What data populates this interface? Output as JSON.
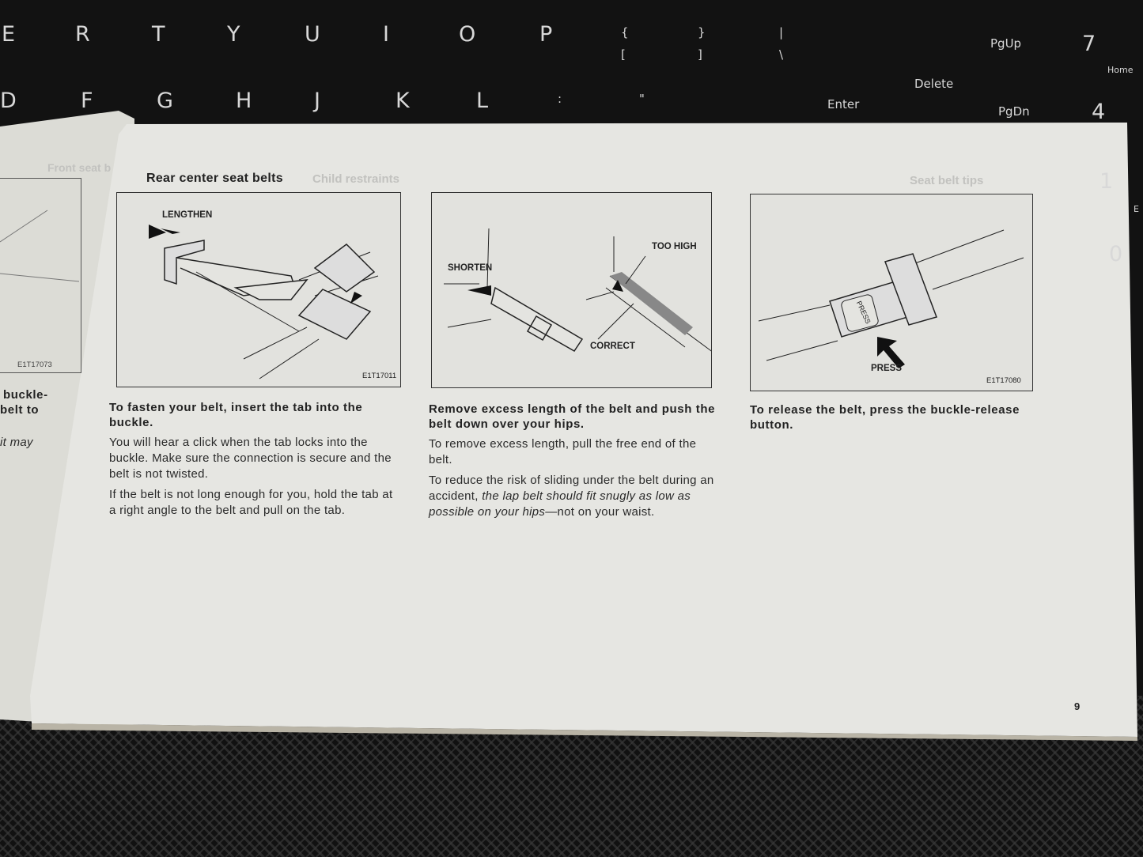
{
  "keyboard": {
    "row1": [
      "E",
      "R",
      "T",
      "Y",
      "U",
      "I",
      "O",
      "P",
      "{",
      "}",
      "|",
      "[",
      "]",
      "\\"
    ],
    "row2": [
      "D",
      "F",
      "G",
      "H",
      "J",
      "K",
      "L",
      ":",
      "\"",
      "Enter"
    ],
    "nav": {
      "pgup": "PgUp",
      "delete": "Delete",
      "pgdn": "PgDn",
      "home": "Home"
    },
    "numpad": [
      "7",
      "4",
      "1",
      "0",
      "E"
    ]
  },
  "left_page": {
    "header": "Front seat b",
    "figure_code": "E1T17073",
    "lines": [
      "buckle-",
      "belt to",
      "it may"
    ]
  },
  "page": {
    "section_title": "Rear center seat belts",
    "page_number": "9",
    "panels": [
      {
        "figure": {
          "labels": [
            "LENGTHEN"
          ],
          "code": "E1T17011"
        },
        "caption": "To fasten your belt, insert the tab into the buckle.",
        "paragraphs": [
          "You will hear a click when the tab locks into the buckle. Make sure the connection is secure and the belt is not twisted.",
          "If the belt is not long enough for you, hold the tab at a right angle to the belt and pull on the tab."
        ]
      },
      {
        "figure": {
          "labels": [
            "SHORTEN",
            "TOO HIGH",
            "CORRECT"
          ]
        },
        "caption": "Remove excess length of the belt and push the belt down over your hips.",
        "paragraphs": [
          "To remove excess length, pull the free end of the belt."
        ],
        "p2_pre": "To reduce the risk of sliding under the belt during an accident, ",
        "p2_em": "the lap belt should fit snugly as low as possible on your hips",
        "p2_post": "—not on your waist."
      },
      {
        "figure": {
          "labels": [
            "PRESS",
            "PRESS"
          ],
          "code": "E1T17080"
        },
        "caption": "To release the belt, press the buckle-release button."
      }
    ],
    "showthrough": {
      "child_heading": "Child restraints",
      "tips_heading": "Seat belt tips"
    }
  }
}
